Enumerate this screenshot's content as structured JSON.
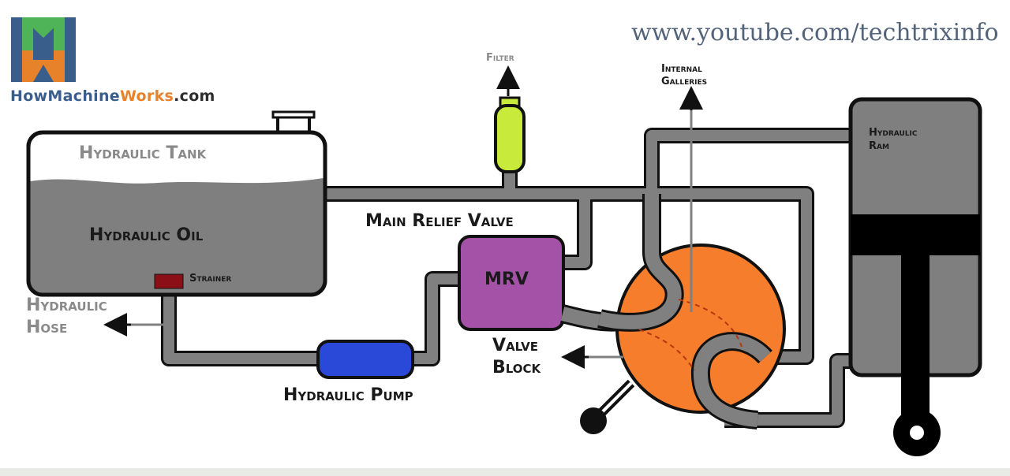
{
  "brand": {
    "name_part1": "How",
    "name_part2": "Machine",
    "name_part3": "Works",
    "name_part4": ".com"
  },
  "url": "www.youtube.com/techtrixinfo",
  "labels": {
    "hydraulic_tank": "Hydraulic Tank",
    "hydraulic_oil": "Hydraulic Oil",
    "strainer": "Strainer",
    "hydraulic_hose_line1": "Hydraulic",
    "hydraulic_hose_line2": "Hose",
    "filter": "Filter",
    "main_relief_valve": "Main Relief Valve",
    "mrv": "MRV",
    "hydraulic_pump": "Hydraulic Pump",
    "valve_block_line1": "Valve",
    "valve_block_line2": "Block",
    "internal_galleries_line1": "Internal",
    "internal_galleries_line2": "Galleries",
    "hydraulic_ram_line1": "Hydraulic",
    "hydraulic_ram_line2": "Ram"
  },
  "colors": {
    "pipe": "#808080",
    "tank_oil": "#7f7f7f",
    "strainer": "#8b0f16",
    "filter": "#c8ea3a",
    "mrv": "#a452a8",
    "pump": "#2a49d8",
    "valve_block": "#f57d2c",
    "ram": "#7f7f7f",
    "piston": "#000000"
  }
}
